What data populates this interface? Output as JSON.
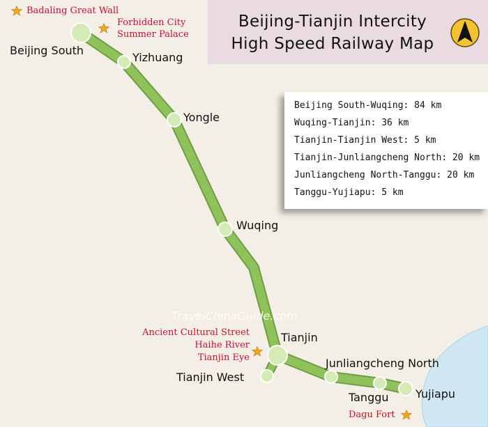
{
  "title_line1": "Beijing-Tianjin Intercity",
  "title_line2": "High Speed Railway Map",
  "compass_icon": "north-arrow-icon",
  "stations": {
    "beijing_south": "Beijing South",
    "yizhuang": "Yizhuang",
    "yongle": "Yongle",
    "wuqing": "Wuqing",
    "tianjin": "Tianjin",
    "tianjin_west": "Tianjin West",
    "junliangcheng_north": "Junliangcheng North",
    "tanggu": "Tanggu",
    "yujiapu": "Yujiapu"
  },
  "attractions": {
    "badaling": "Badaling Great Wall",
    "forbidden_city": "Forbidden City",
    "summer_palace": "Summer Palace",
    "ancient_street": "Ancient Cultural Street",
    "haihe": "Haihe River",
    "tianjin_eye": "Tianjin Eye",
    "dagu_fort": "Dagu Fort"
  },
  "distances": [
    "Beijing South-Wuqing: 84 km",
    "Wuqing-Tianjin: 36 km",
    "Tianjin-Tianjin West: 5 km",
    "Tianjin-Junliangcheng North: 20 km",
    "Junliangcheng North-Tanggu: 20 km",
    "Tanggu-Yujiapu: 5 km"
  ],
  "watermark": "TravelChinaGuide.com",
  "colors": {
    "railway": "#8fc25a",
    "station": "#d4ebb6",
    "attraction_text": "#c8102e",
    "star": "#f2a81d",
    "sea": "#cfe8f4"
  }
}
